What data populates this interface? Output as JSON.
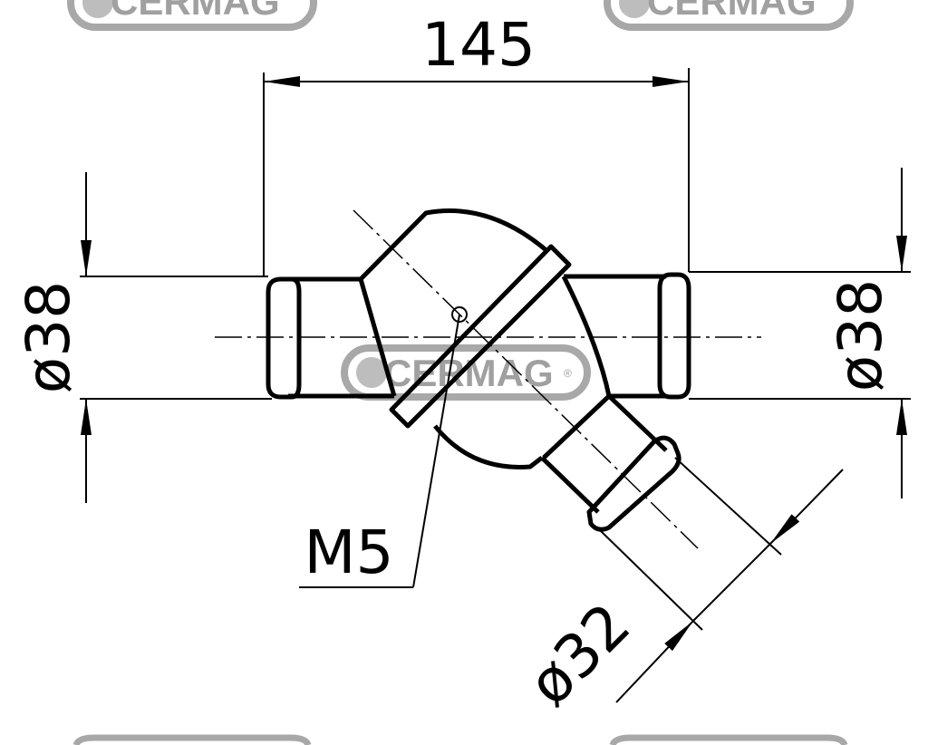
{
  "watermark": {
    "text": "CERMAG",
    "registered": "®",
    "color": "#a0a0a0"
  },
  "dimensions": {
    "length": "145",
    "left_diameter": "ø38",
    "right_diameter": "ø38",
    "outlet_diameter": "ø32",
    "thread": "M5"
  }
}
